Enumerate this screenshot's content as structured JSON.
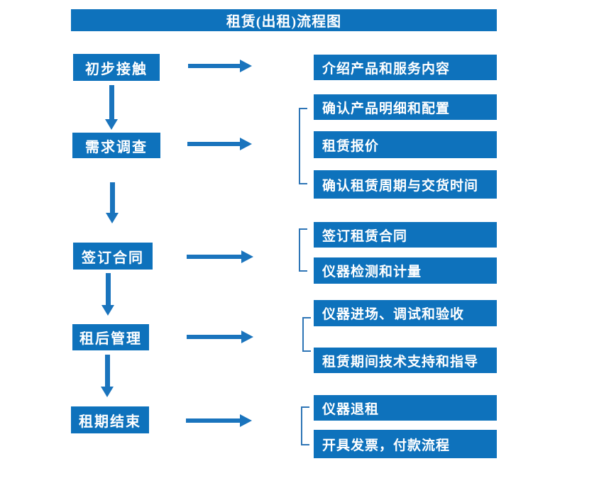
{
  "title": "租赁(出租)流程图",
  "colors": {
    "primary_blue": "#0e72bc",
    "arrow_blue": "#1a74bd",
    "bracket_blue": "#2e75b6",
    "text_color": "#ffffff",
    "background": "#ffffff"
  },
  "stages": [
    {
      "label": "初步接触",
      "details": [
        "介绍产品和服务内容"
      ]
    },
    {
      "label": "需求调查",
      "details": [
        "确认产品明细和配置",
        "租赁报价",
        "确认租赁周期与交货时间"
      ]
    },
    {
      "label": "签订合同",
      "details": [
        "签订租赁合同",
        "仪器检测和计量"
      ]
    },
    {
      "label": "租后管理",
      "details": [
        "仪器进场、调试和验收",
        "租赁期间技术支持和指导"
      ]
    },
    {
      "label": "租期结束",
      "details": [
        "仪器退租",
        "开具发票，付款流程"
      ]
    }
  ]
}
